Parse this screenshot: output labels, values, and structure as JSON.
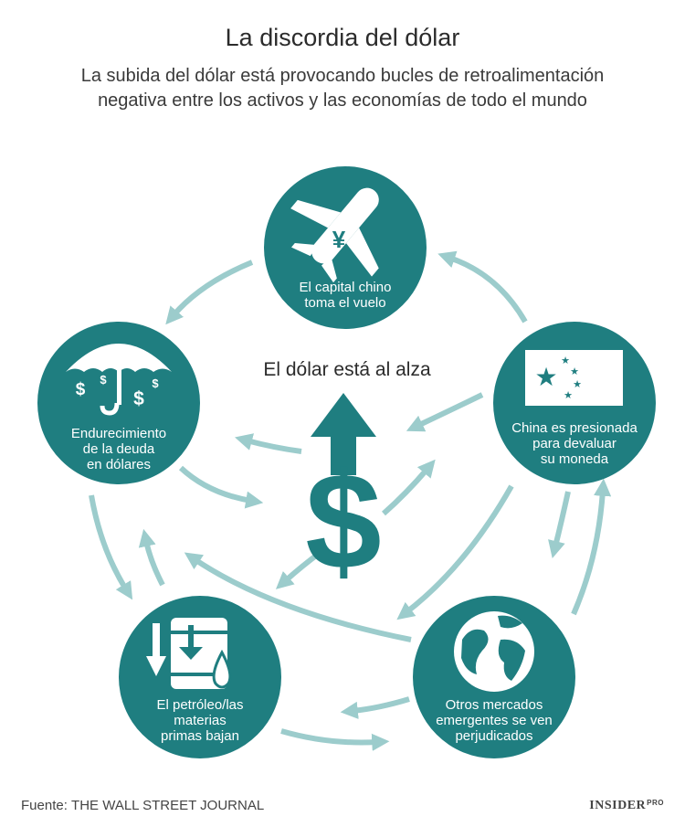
{
  "title": "La discordia del dólar",
  "subtitle": "La subida del dólar está provocando bucles de retroalimentación negativa entre los activos y las economías de todo el mundo",
  "center": {
    "label": "El dólar está al alza",
    "icon": "dollar-up-arrow-icon"
  },
  "nodes": [
    {
      "id": "capital",
      "line1": "El capital chino",
      "line2": "toma el vuelo",
      "icon": "plane-yen-icon"
    },
    {
      "id": "china",
      "line1": "China es presionada",
      "line2": "para devaluar",
      "line3": "su moneda",
      "icon": "china-flag-icon"
    },
    {
      "id": "otros",
      "line1": "Otros mercados",
      "line2": "emergentes se ven",
      "line3": "perjudicados",
      "icon": "globe-icon"
    },
    {
      "id": "petroleo",
      "line1": "El petróleo/las",
      "line2": "materias",
      "line3": "primas bajan",
      "icon": "oil-barrel-icon"
    },
    {
      "id": "deuda",
      "line1": "Endurecimiento",
      "line2": "de la deuda",
      "line3": "en dólares",
      "icon": "umbrella-dollar-icon"
    }
  ],
  "footer": {
    "source_prefix": "Fuente:",
    "source_name": "THE WALL STREET JOURNAL",
    "brand": "INSIDER",
    "brand_suffix": "PRO"
  },
  "colors": {
    "node": "#1f7e80",
    "arrow": "#9ccccc",
    "dollar": "#1f7e80",
    "flag_star": "#1f7e80"
  }
}
